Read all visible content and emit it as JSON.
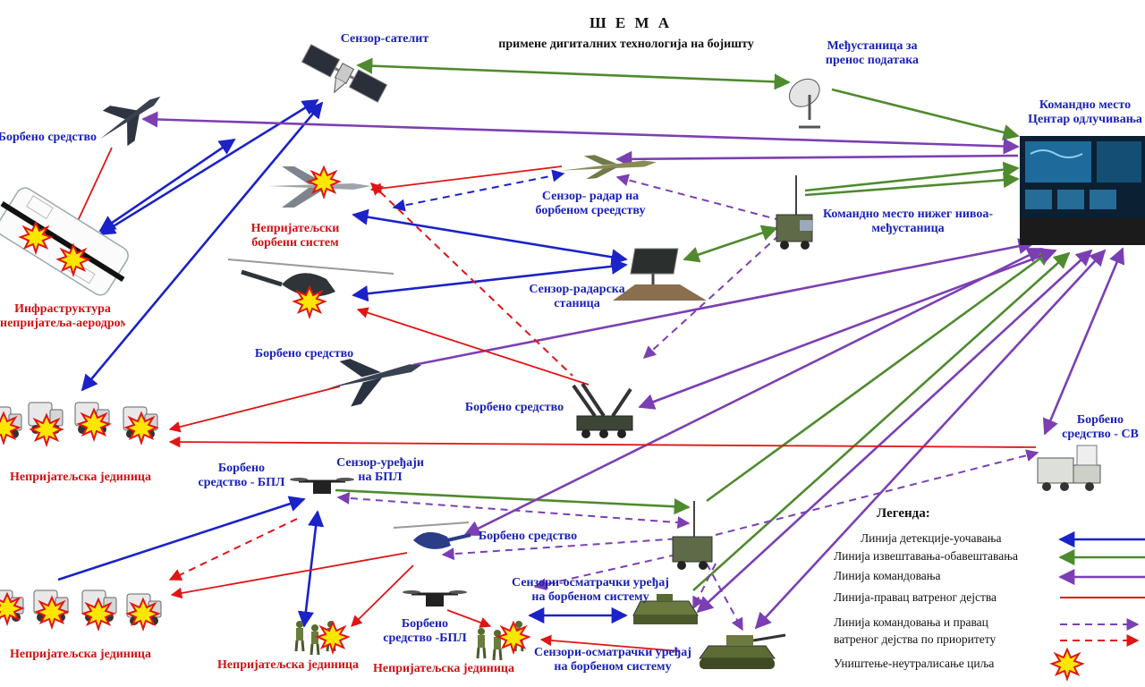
{
  "title": "Ш Е М А",
  "subtitle": "примене дигиталних технологија на бојишту",
  "colors": {
    "detection": "#1a22c8",
    "reporting": "#4f8a2e",
    "command": "#7b3fb3",
    "fire": "#e01515",
    "priority_command": "#7b3fb3",
    "priority_fire": "#e01515",
    "label_blue": "#1a22b8",
    "label_red": "#d11313"
  },
  "labels": {
    "sensor_satellite": "Сензор-сателит",
    "relay_station": [
      "Међустаница за",
      "пренос података"
    ],
    "command_post": [
      "Командно место",
      "Центар одлучивања"
    ],
    "combat_asset_jet": "Борбено средство",
    "infrastructure": [
      "Инфраструктура",
      "непријатеља-аеродром"
    ],
    "sensor_radar_asset": [
      "Сензор- радар на",
      "борбеном среедству"
    ],
    "enemy_combat_system": [
      "Непријатељски",
      "борбени систем"
    ],
    "lower_command_post": [
      "Командно место нижег нивоа-",
      "међустаница"
    ],
    "sensor_radar_station": [
      "Сензор-радарска",
      "станица"
    ],
    "combat_asset_bomber": "Борбено средство",
    "combat_asset_aa": "Борбено средство",
    "combat_asset_ew": [
      "Борбено",
      "средство - СВ"
    ],
    "enemy_unit_1": "Непријатељска јединица",
    "combat_asset_uav_1": [
      "Борбено",
      "средство - БПЛ"
    ],
    "sensor_uav": [
      "Сензор-уређаји",
      "на БПЛ"
    ],
    "combat_asset_helicopter": "Борбено средство",
    "sensor_observation_1": [
      "Сензори-осматрачки уређај",
      "на борбеном систему"
    ],
    "combat_asset_uav_2": [
      "Борбено",
      "средство -БПЛ"
    ],
    "enemy_unit_2": "Непријатељска јединица",
    "enemy_unit_3": "Непријатељска јединица",
    "enemy_unit_4": "Непријатељска јединица",
    "sensor_observation_2": [
      "Сензори-осматрачки уређај",
      "на борбеном систему"
    ]
  },
  "legend": {
    "title": "Легенда:",
    "items": [
      {
        "label": "Линија детекције-уочавања",
        "style": "detection"
      },
      {
        "label": "Линија извештавања-обавештавања",
        "style": "reporting"
      },
      {
        "label": "Линија командовања",
        "style": "command"
      },
      {
        "label": "Линија-правац ватреног дејства",
        "style": "fire"
      },
      {
        "label": "Линија командовања и правац",
        "style": "priority_command"
      },
      {
        "label": "ватреног дејства по приоритету",
        "style": "priority_fire"
      },
      {
        "label": "Уништење-неутралисање циља",
        "style": "explosion"
      }
    ]
  },
  "icons": [
    "satellite-icon",
    "satellite-dish-icon",
    "control-room-icon",
    "fighter-jet-icon",
    "airfield-icon",
    "recon-jet-icon",
    "enemy-jet-icon",
    "command-truck-icon",
    "radar-station-icon",
    "enemy-helicopter-icon",
    "bomber-icon",
    "aa-system-icon",
    "truck-convoy-icon",
    "ew-truck-icon",
    "uav-icon",
    "helicopter-icon",
    "infantry-group-icon",
    "apc-icon",
    "tank-icon",
    "explosion-icon"
  ]
}
